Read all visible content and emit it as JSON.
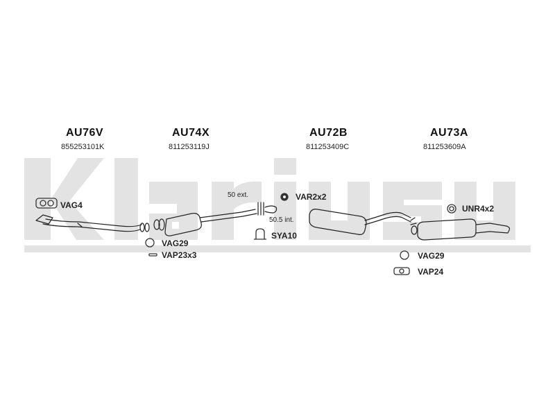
{
  "watermark": "Klarius",
  "parts": [
    {
      "code": "AU76V",
      "number": "855253101K"
    },
    {
      "code": "AU74X",
      "number": "811253119J"
    },
    {
      "code": "AU72B",
      "number": "811253409C"
    },
    {
      "code": "AU73A",
      "number": "811253609A"
    }
  ],
  "accessories": {
    "vag4": "VAG4",
    "vag29_left": "VAG29",
    "vap23x3": "VAP23x3",
    "var2x2": "VAR2x2",
    "sya10": "SYA10",
    "unr4x2": "UNR4x2",
    "vag29_right": "VAG29",
    "vap24": "VAP24"
  },
  "notes": {
    "ext": "50 ext.",
    "int": "50.5 int."
  }
}
